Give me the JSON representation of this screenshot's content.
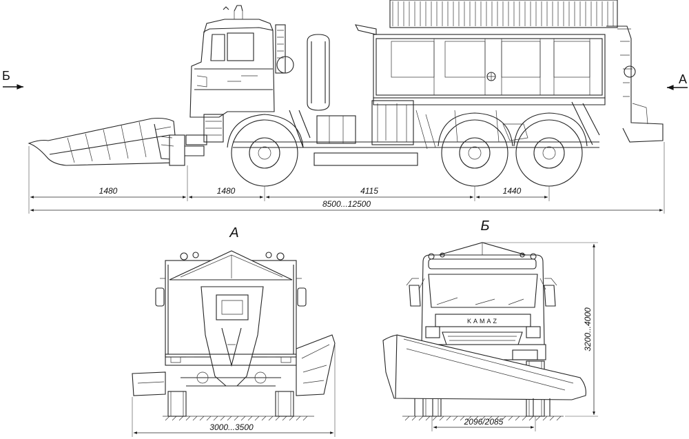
{
  "drawing": {
    "side_view": {
      "section_arrow_left": "Б",
      "section_arrow_right": "А",
      "dimensions": {
        "plow_overhang": "1480",
        "front_overhang": "1480",
        "wheelbase_front": "4115",
        "wheelbase_rear": "1440",
        "overall_length": "8500...12500"
      }
    },
    "view_a": {
      "label": "А",
      "width_dimension": "3000...3500"
    },
    "view_b": {
      "label": "Б",
      "brand_text": "KAMAZ",
      "track_dimension": "2096/2085",
      "height_dimension": "3200...4000"
    }
  }
}
